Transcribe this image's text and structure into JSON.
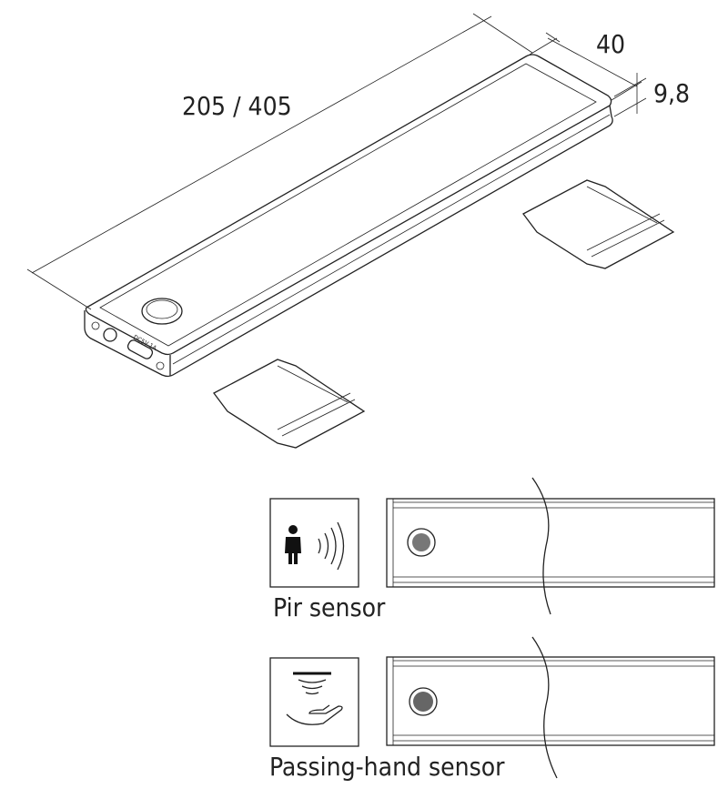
{
  "dimensions": {
    "length": "205 / 405",
    "width": "40",
    "height": "9,8"
  },
  "end_cap_label": "DC5V 1A",
  "sensors": [
    {
      "label": "Pir sensor",
      "icon": "pir-person-icon"
    },
    {
      "label": "Passing-hand sensor",
      "icon": "hand-wave-icon"
    }
  ]
}
